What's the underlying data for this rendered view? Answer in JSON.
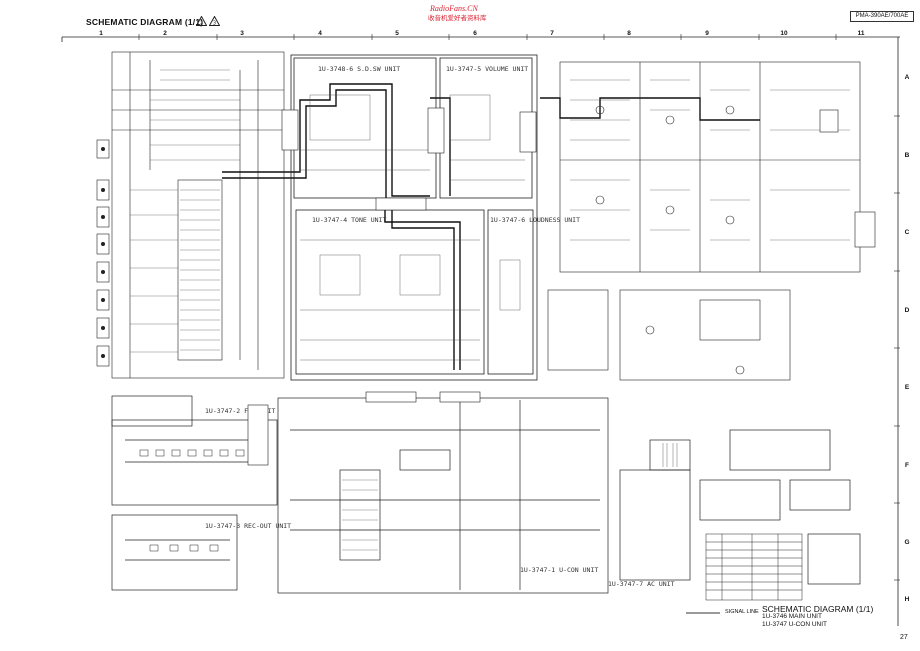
{
  "header": {
    "title": "SCHEMATIC DIAGRAM (1/1)",
    "model": "PMA-390AE/700AE",
    "watermark_en": "RadioFans.CN",
    "watermark_cn": "收音机爱好者资料库"
  },
  "grid": {
    "columns": [
      "1",
      "2",
      "3",
      "4",
      "5",
      "6",
      "7",
      "8",
      "9",
      "10",
      "11"
    ],
    "rows": [
      "A",
      "B",
      "C",
      "D",
      "E",
      "F",
      "G",
      "H"
    ]
  },
  "units": {
    "sel_sw": "1U-3748-6 S.D.SW UNIT",
    "volume": "1U-3747-5 VOLUME UNIT",
    "tone": "1U-3747-4 TONE UNIT",
    "loudness": "1U-3747-6 LOUDNESS UNIT",
    "flow": "1U-3747-2 F-L UNIT",
    "rec": "1U-3747-3 REC-OUT UNIT",
    "ucon": "1U-3747-1 U-CON UNIT",
    "ac": "1U-3747-7 AC UNIT"
  },
  "footer": {
    "signal_line": "SIGNAL LINE",
    "block_title": "SCHEMATIC DIAGRAM (1/1)",
    "main_unit": "1U-3746 MAIN UNIT",
    "ucon_unit": "1U-3747 U-CON UNIT",
    "page": "27"
  },
  "colors": {
    "line": "#222222",
    "signal": "#9a9a9a",
    "watermark": "#dd2233"
  }
}
